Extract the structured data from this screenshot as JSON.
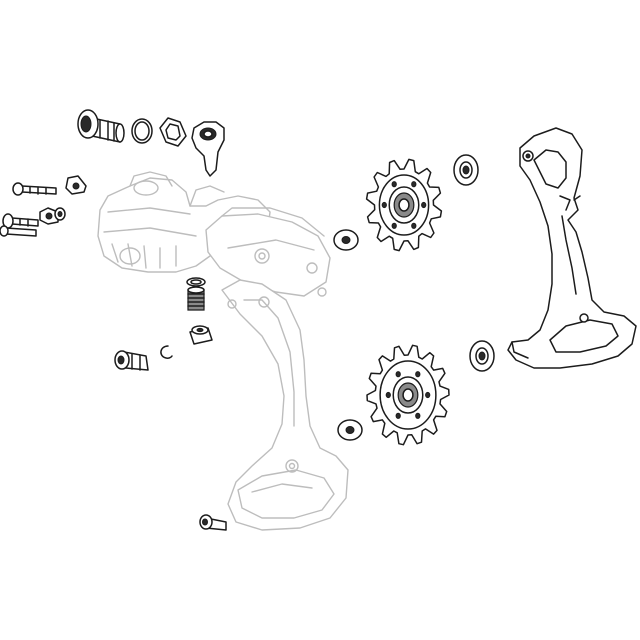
{
  "diagram": {
    "type": "exploded-parts-view",
    "parts": [
      {
        "name": "b-knuckle-bolt",
        "icon": "bolt-icon"
      },
      {
        "name": "o-ring",
        "icon": "ring-icon"
      },
      {
        "name": "square-washer",
        "icon": "washer-icon"
      },
      {
        "name": "hanger-hook",
        "icon": "hook-icon"
      },
      {
        "name": "limit-screw-upper",
        "icon": "screw-icon"
      },
      {
        "name": "limit-screw-lower",
        "icon": "screw-icon"
      },
      {
        "name": "cable-clamp-bolt",
        "icon": "bolt-icon"
      },
      {
        "name": "spring-screw",
        "icon": "screw-icon"
      },
      {
        "name": "cable-anchor",
        "icon": "bolt-icon"
      },
      {
        "name": "c-clip",
        "icon": "clip-icon"
      },
      {
        "name": "pulley-bolt",
        "icon": "bolt-icon"
      },
      {
        "name": "upper-pulley-wheel",
        "icon": "gear-icon"
      },
      {
        "name": "lower-pulley-wheel",
        "icon": "gear-icon"
      },
      {
        "name": "pulley-washer",
        "icon": "washer-icon"
      },
      {
        "name": "inner-cage-plate",
        "icon": "cage-plate-icon"
      },
      {
        "name": "derailleur-body",
        "icon": "derailleur-icon"
      }
    ],
    "colors": {
      "line": "#1c1c1c",
      "ghost": "#bdbdbd",
      "background": "#ffffff"
    }
  }
}
